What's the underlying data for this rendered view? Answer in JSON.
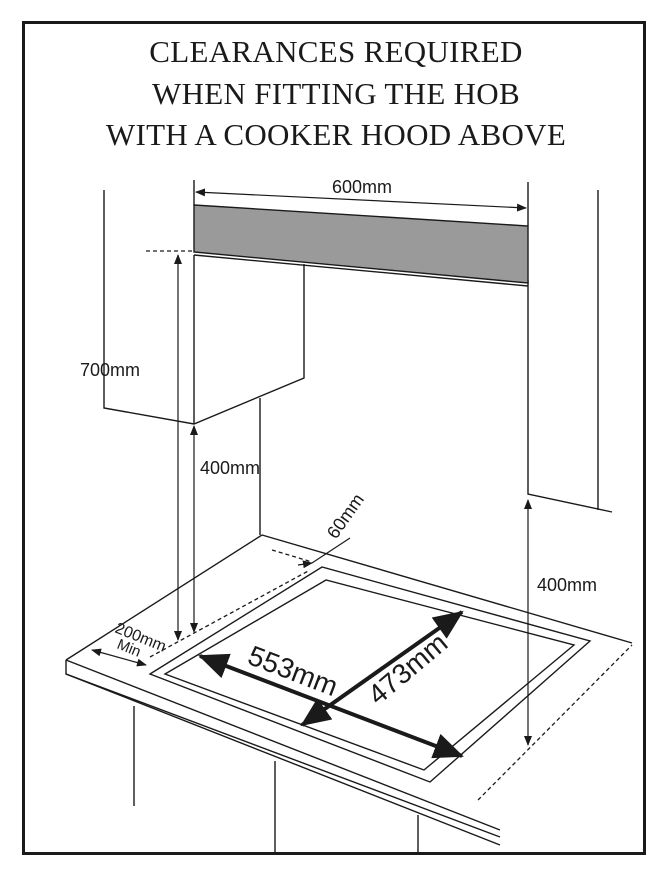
{
  "title": {
    "line1": "CLEARANCES REQUIRED",
    "line2": "WHEN FITTING THE HOB",
    "line3": "WITH A COOKER HOOD ABOVE"
  },
  "dimensions": {
    "hood_width": "600mm",
    "cabinet_height": "700mm",
    "hood_to_hob_left": "400mm",
    "hood_to_hob_right": "400mm",
    "rear_gap": "60mm",
    "side_gap": "200mm",
    "side_gap_note": "Min",
    "hob_width": "553mm",
    "hob_depth": "473mm"
  },
  "colors": {
    "line": "#1a1a1a",
    "hood_fill": "#9a9a9a"
  }
}
